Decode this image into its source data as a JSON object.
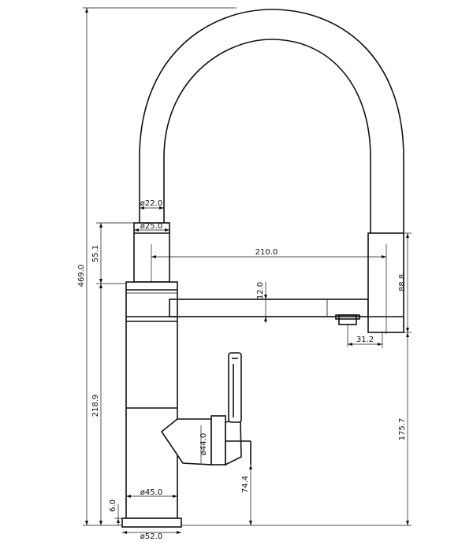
{
  "drawing": {
    "dimensions": {
      "height_total": "469.0",
      "height_upper": "55.1",
      "body_height": "218.9",
      "spout_height": "175.7",
      "handle_height": "74.4",
      "base_thickness": "6.0",
      "spray_head_length": "88.8",
      "reach": "210.0",
      "spout_thickness": "12.0",
      "spray_offset": "31.2",
      "hose_diameter": "ø22.0",
      "hose_fitting_diameter": "ø25.0",
      "handle_diameter": "ø44.0",
      "body_diameter": "ø45.0",
      "base_diameter": "ø52.0"
    }
  }
}
